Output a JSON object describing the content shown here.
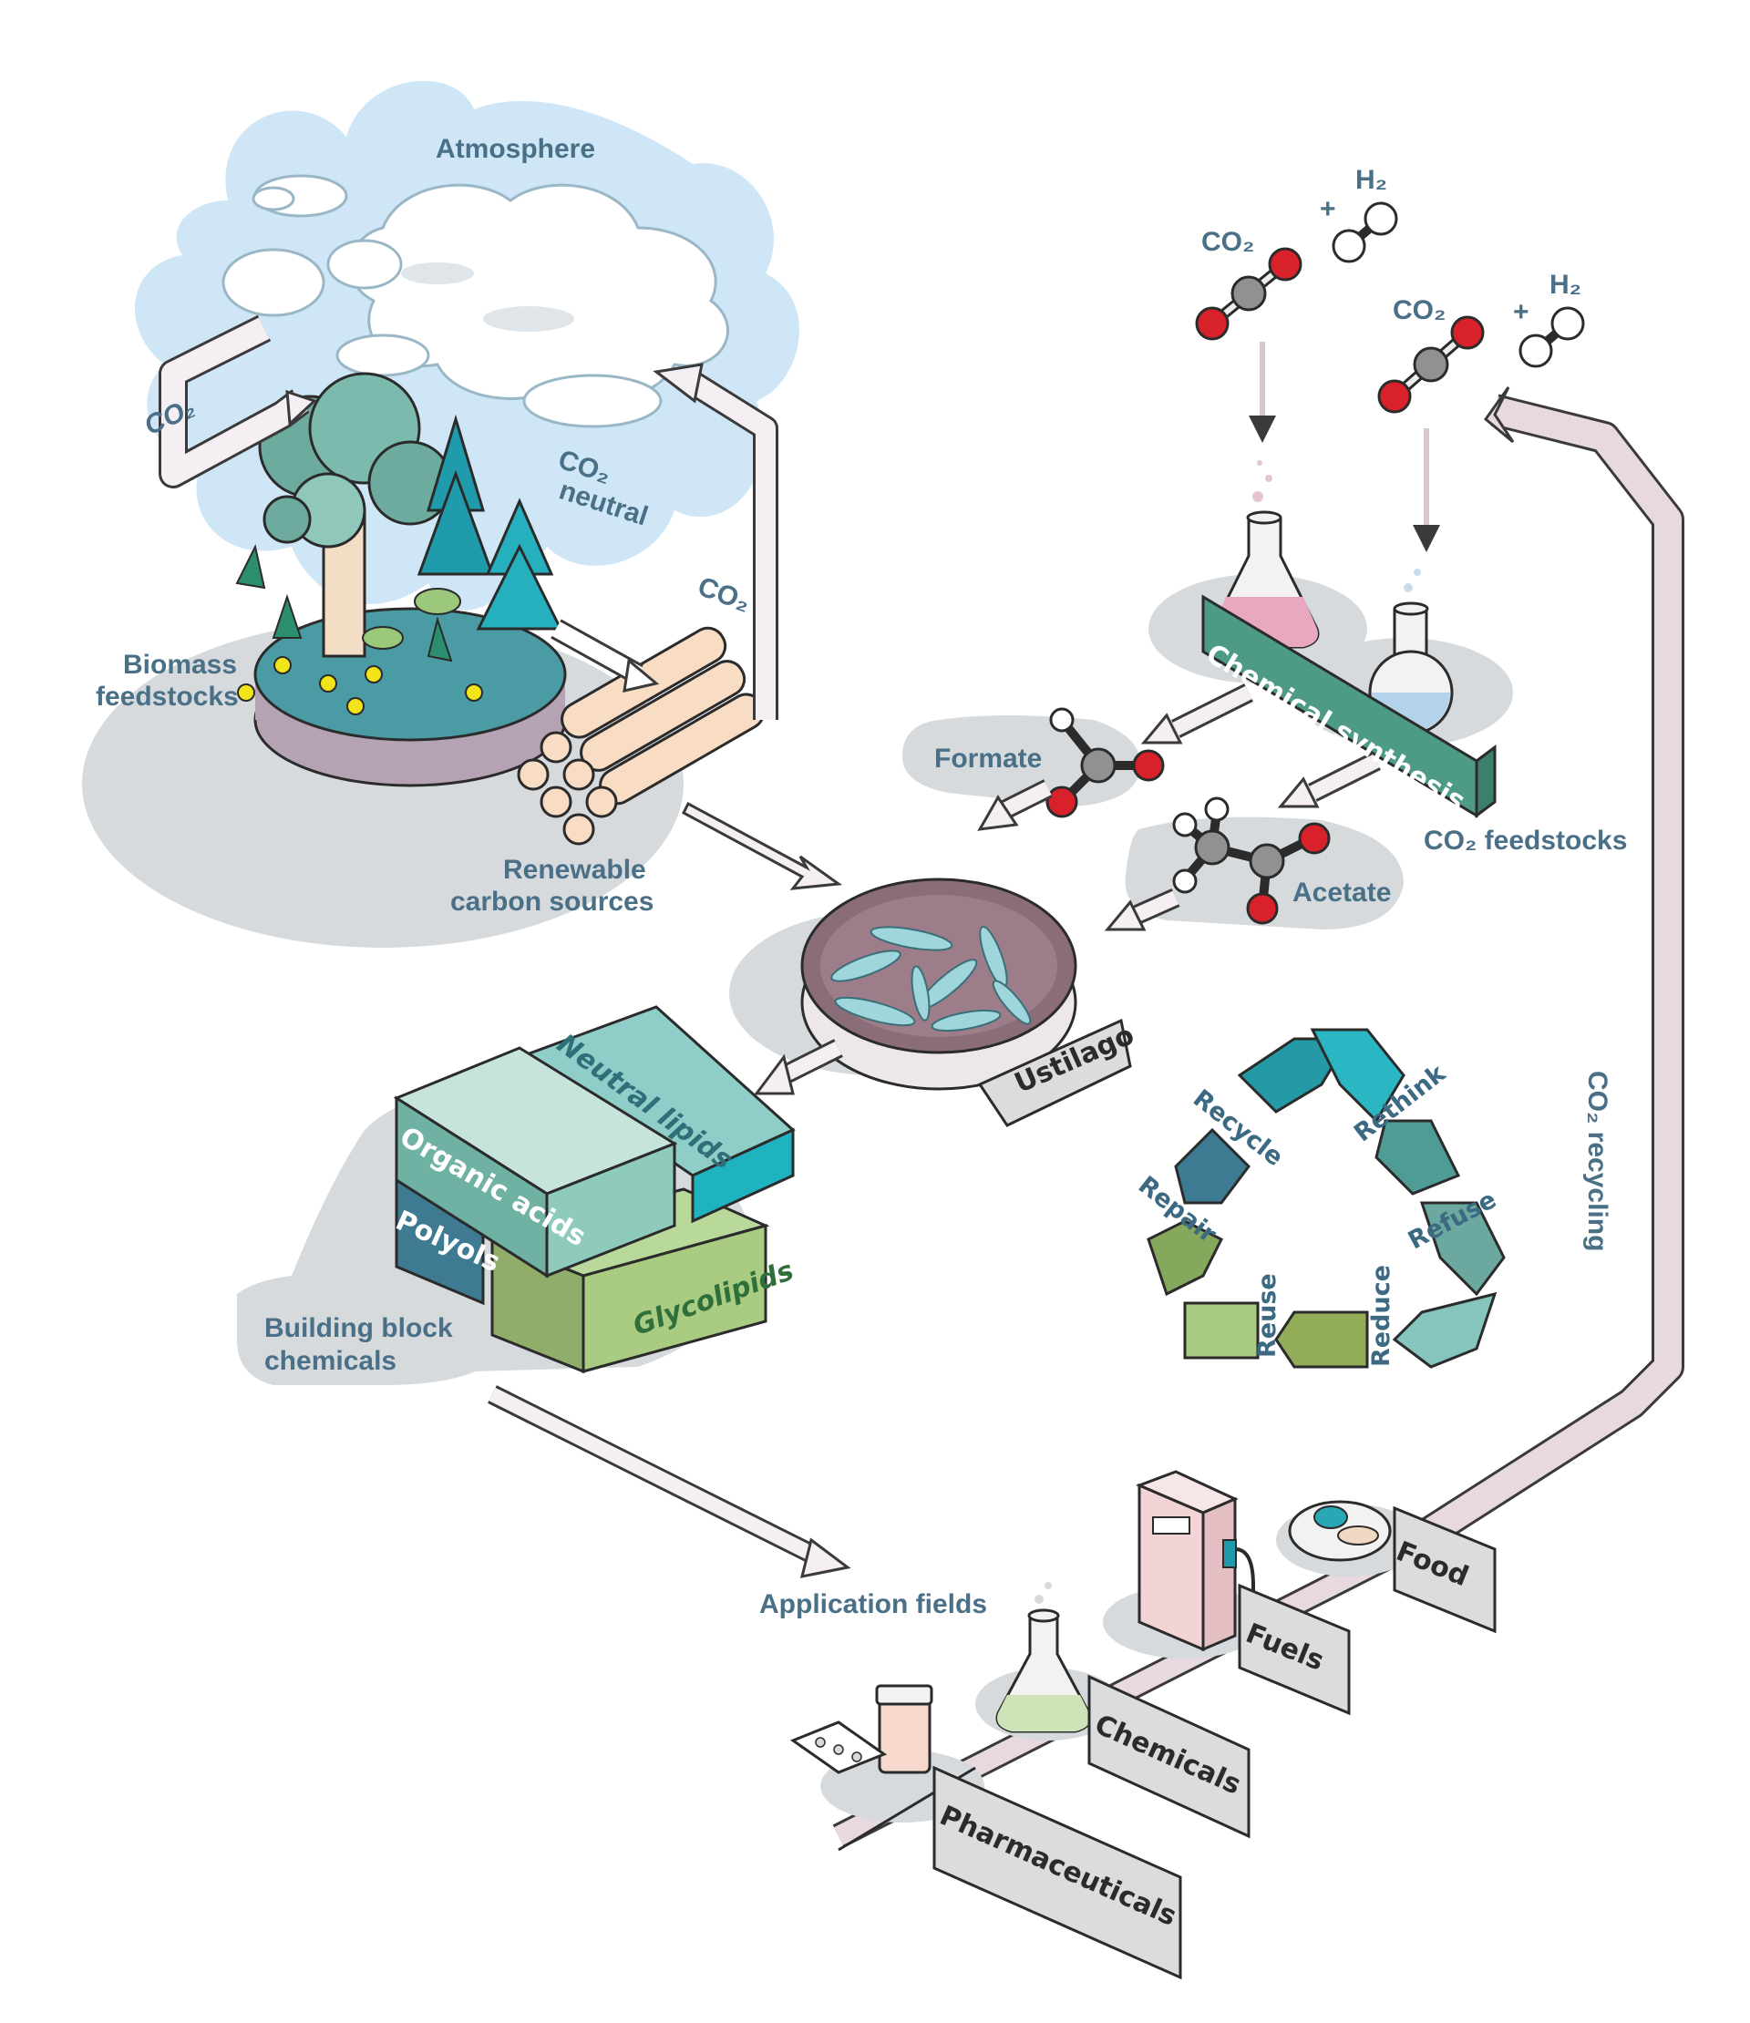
{
  "labels": {
    "atmosphere": "Atmosphere",
    "co2_left": "CO₂",
    "co2_neutral_co2": "CO₂",
    "co2_neutral_word": "neutral",
    "co2_right": "CO₂",
    "biomass_line1": "Biomass",
    "biomass_line2": "feedstocks",
    "renewable_line1": "Renewable",
    "renewable_line2": "carbon sources",
    "building_line1": "Building block",
    "building_line2": "chemicals",
    "application_fields": "Application fields",
    "formate": "Formate",
    "acetate": "Acetate",
    "co2_feedstocks": "CO₂ feedstocks",
    "co2_recycling": "CO₂ recycling",
    "co2_mol1": "CO₂",
    "h2_mol1": "H₂",
    "plus1": "+",
    "co2_mol2": "CO₂",
    "h2_mol2": "H₂",
    "plus2": "+"
  },
  "tags": {
    "chemical_synthesis": "Chemical synthesis",
    "ustilago": "Ustilago",
    "food": "Food",
    "fuels": "Fuels",
    "chemicals": "Chemicals",
    "pharmaceuticals": "Pharmaceuticals"
  },
  "blocks": {
    "neutral_lipids": "Neutral lipids",
    "organic_acids": "Organic acids",
    "polyols": "Polyols",
    "glycolipids": "Glycolipids"
  },
  "recycle_steps": [
    "Recycle",
    "Rethink",
    "Refuse",
    "Reduce",
    "Reuse",
    "Repair"
  ],
  "colors": {
    "label_text": "#4a7088",
    "sky": "#cfe6f6",
    "shadow": "#d6dadd",
    "arrow_fill": "#f5eef2",
    "arrow_stroke": "#3a3a3a",
    "tag_fill": "#dcdcdc",
    "chem_tag_fill": "#4d9a86",
    "co2_red": "#d8212a",
    "carbon_grey": "#8f9193"
  }
}
